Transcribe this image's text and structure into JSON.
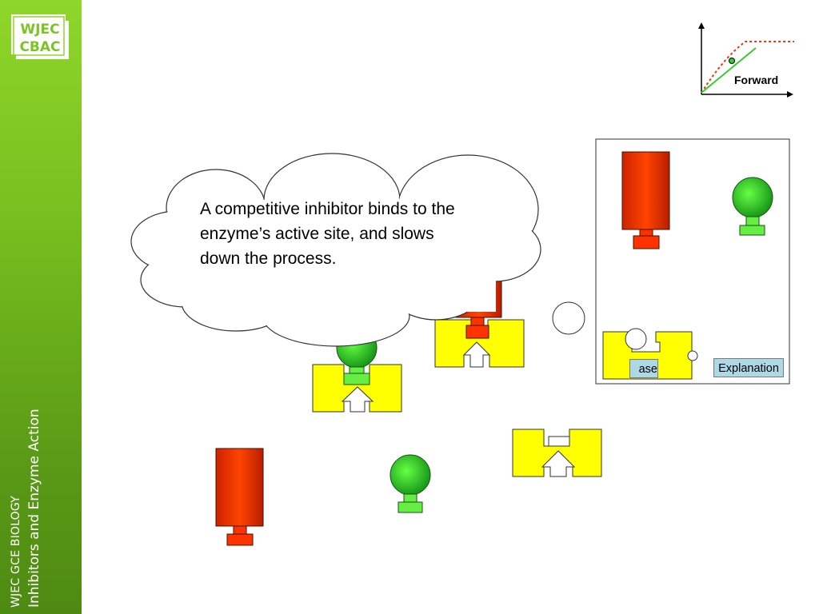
{
  "logo": {
    "line1": "WJEC",
    "line2": "CBAC"
  },
  "sidebar": {
    "line1": "WJEC GCE BIOLOGY",
    "line2": "Inhibitors and Enzyme Action"
  },
  "thought_bubble": {
    "text": "A competitive inhibitor binds to the enzyme’s active site, and slows down the process."
  },
  "graph": {
    "label": "Forward"
  },
  "buttons": {
    "explanation": "Explanation",
    "base_partial": "ase"
  },
  "colors": {
    "sidebar_top": "#8fd62a",
    "sidebar_bottom": "#4e8a12",
    "substrate_red": "#ff3300",
    "inhibitor_green": "#33cc33",
    "enzyme_yellow": "#ffff00",
    "button_blue": "#add8e6"
  }
}
